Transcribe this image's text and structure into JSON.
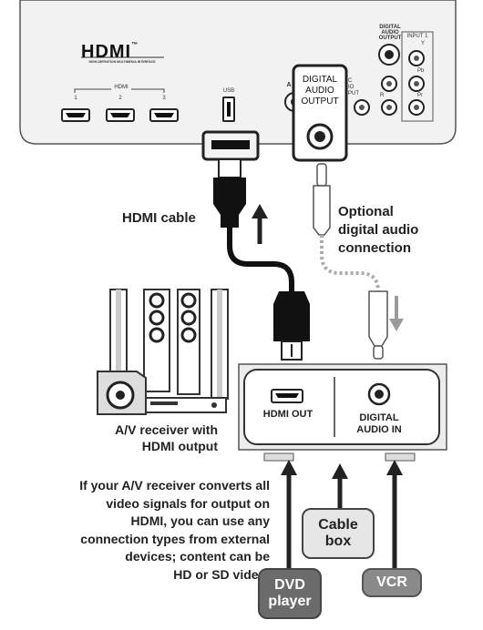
{
  "tv": {
    "logo": "HDMI",
    "logo_tm": "™",
    "logo_tagline": "HIGH-DEFINITION MULTIMEDIA INTERFACE",
    "hdmi_group_label": "HDMI",
    "hdmi_port_numbers": [
      "1",
      "2",
      "3"
    ],
    "usb_label": "USB",
    "digital_audio_output_small": [
      "DIGITAL",
      "AUDIO",
      "OUTPUT"
    ],
    "input_label": "INPUT 1",
    "component_labels": [
      "Y",
      "Pb",
      "Pr",
      "R"
    ],
    "audio_out_partial": [
      "C",
      "IO",
      "PUT"
    ],
    "av_partial": "A"
  },
  "callout": {
    "lines": [
      "DIGITAL",
      "AUDIO",
      "OUTPUT"
    ]
  },
  "labels": {
    "hdmi_cable": "HDMI cable",
    "optional_line1": "Optional",
    "optional_line2": "digital audio",
    "optional_line3": "connection",
    "receiver_line1": "A/V receiver with",
    "receiver_line2": "HDMI output"
  },
  "receiver_panel": {
    "hdmi_out": "HDMI OUT",
    "digital_audio_in_1": "DIGITAL",
    "digital_audio_in_2": "AUDIO IN"
  },
  "note": {
    "lines": [
      "If your A/V receiver converts all",
      "video signals for output on",
      "HDMI, you can use any",
      "connection types from external",
      "devices; content can be",
      "HD or SD video."
    ]
  },
  "sources": {
    "dvd_line1": "DVD",
    "dvd_line2": "player",
    "cable_line1": "Cable",
    "cable_line2": "box",
    "vcr": "VCR"
  },
  "colors": {
    "tv_panel": "#f2f2f2",
    "receiver_panel": "#ececec",
    "cable": "#111111",
    "optical_cable": "#bdbdbd",
    "dvd_box": "#6b6b6b",
    "cable_box": "#e6e6e6",
    "vcr_box": "#8a8a8a",
    "arrow_gray": "#9a9a9a"
  }
}
